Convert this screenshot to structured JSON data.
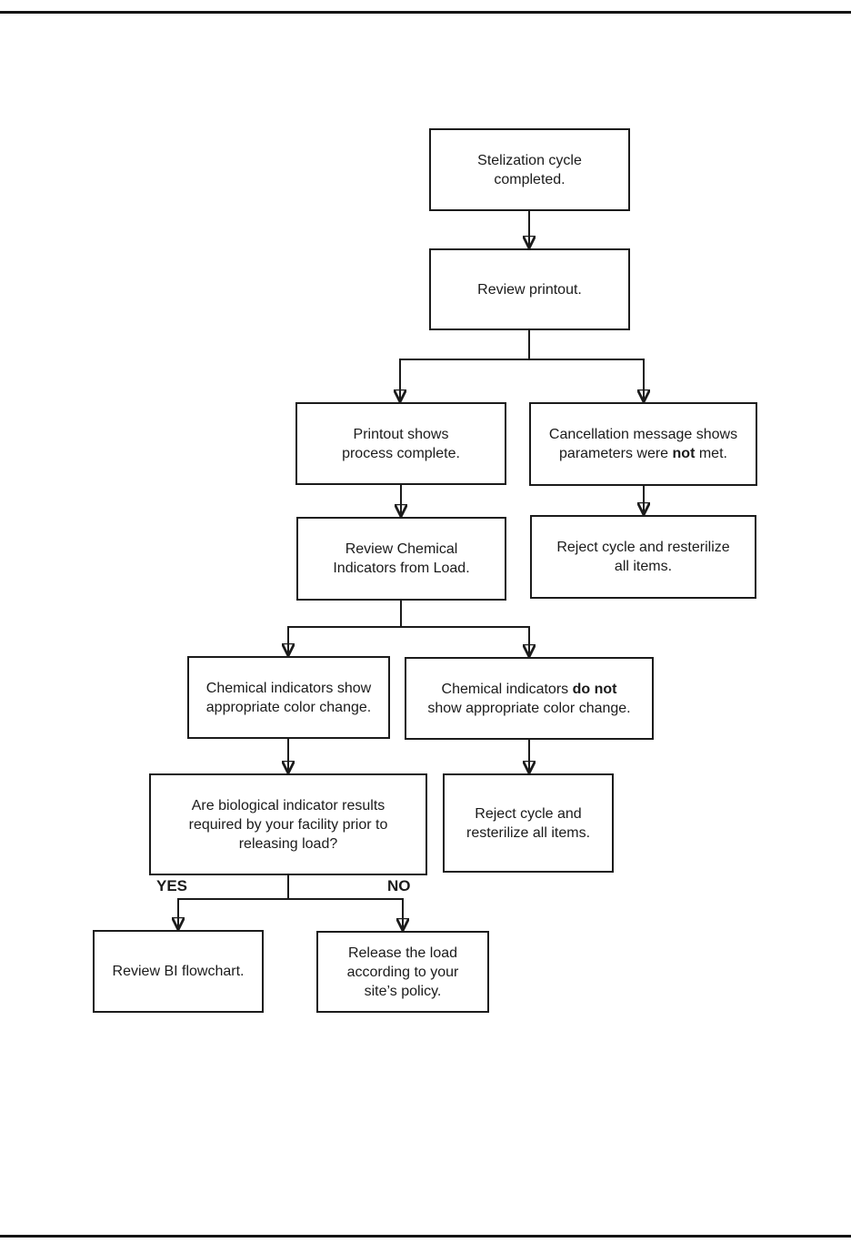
{
  "flowchart": {
    "nodes": {
      "stelization_cycle_completed": {
        "t1": "Stelization cycle\ncompleted."
      },
      "review_printout": {
        "t1": "Review printout."
      },
      "printout_shows_process_complete": {
        "t1": "Printout shows\nprocess complete."
      },
      "cancellation_message": {
        "t1": "Cancellation message shows\nparameters were ",
        "b": "not",
        "t2": " met."
      },
      "review_chemical_indicators": {
        "t1": "Review Chemical\nIndicators from Load."
      },
      "reject_resterilize_all": {
        "t1": "Reject cycle and resterilize\nall items."
      },
      "indicators_show_change": {
        "t1": "Chemical indicators show\nappropriate color change."
      },
      "indicators_do_not_show_change": {
        "t1": "Chemical indicators ",
        "b": "do not",
        "t2": "\nshow appropriate color change."
      },
      "bi_results_question": {
        "t1": "Are biological indicator results\nrequired by your facility prior to\nreleasing load?"
      },
      "reject_resterilize_items": {
        "t1": "Reject cycle and\nresterilize all items."
      },
      "review_bi_flowchart": {
        "t1": "Review BI flowchart."
      },
      "release_load": {
        "t1": "Release the load\naccording to your\nsite’s policy."
      }
    },
    "branch_labels": {
      "yes": "YES",
      "no": "NO"
    },
    "edges": [
      {
        "from": "stelization_cycle_completed",
        "to": "review_printout"
      },
      {
        "from": "review_printout",
        "to": "printout_shows_process_complete"
      },
      {
        "from": "review_printout",
        "to": "cancellation_message"
      },
      {
        "from": "printout_shows_process_complete",
        "to": "review_chemical_indicators"
      },
      {
        "from": "cancellation_message",
        "to": "reject_resterilize_all"
      },
      {
        "from": "review_chemical_indicators",
        "to": "indicators_show_change"
      },
      {
        "from": "review_chemical_indicators",
        "to": "indicators_do_not_show_change"
      },
      {
        "from": "indicators_show_change",
        "to": "bi_results_question"
      },
      {
        "from": "indicators_do_not_show_change",
        "to": "reject_resterilize_items"
      },
      {
        "from": "bi_results_question",
        "to": "review_bi_flowchart",
        "label": "YES"
      },
      {
        "from": "bi_results_question",
        "to": "release_load",
        "label": "NO"
      }
    ],
    "colors": {
      "line": "#1b1b1b",
      "box_border": "#1b1b1b",
      "text": "#1b1b1b",
      "background": "#ffffff"
    }
  }
}
